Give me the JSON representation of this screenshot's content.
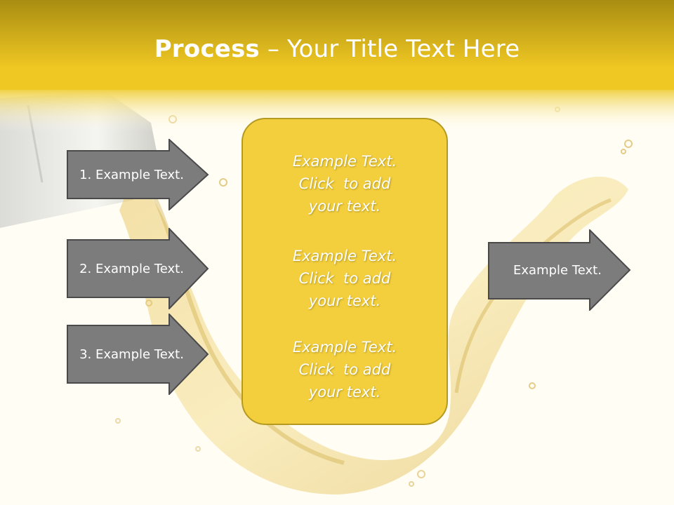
{
  "title": {
    "bold": "Process",
    "rest": " – Your Title Text Here"
  },
  "left_steps": [
    {
      "label": "1. Example Text."
    },
    {
      "label": "2. Example Text."
    },
    {
      "label": "3. Example Text."
    }
  ],
  "center_blocks": [
    {
      "line1": "Example Text.",
      "line2": "Click  to add",
      "line3": "your text."
    },
    {
      "line1": "Example Text.",
      "line2": "Click  to add",
      "line3": "your text."
    },
    {
      "line1": "Example Text.",
      "line2": "Click  to add",
      "line3": "your text."
    }
  ],
  "right_step": {
    "label": "Example Text."
  },
  "colors": {
    "header_top": "#a98d12",
    "header_bottom": "#f0c823",
    "center_fill": "#f3cf3d",
    "arrow_fill": "#7c7c7c",
    "background": "#fffdf4"
  }
}
